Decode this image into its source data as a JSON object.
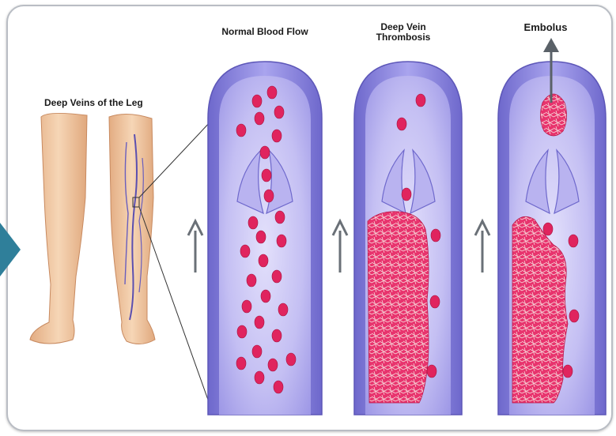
{
  "labels": {
    "legs": "Deep Veins of the Leg",
    "normal": "Normal Blood Flow",
    "dvt_line1": "Deep Vein",
    "dvt_line2": "Thrombosis",
    "embolus": "Embolus"
  },
  "icons": {
    "nav_arrow": "triangle-right-icon",
    "flow_arrow": "arrow-up-icon"
  },
  "colors": {
    "vein_wall": "#8a86d9",
    "vein_inner": "#cbc7f2",
    "vein_glow": "#a7a2ea",
    "blood_cell": "#e0245e",
    "clot": "#e8336d",
    "skin": "#f0c9a4",
    "nav_arrow": "#2f7f9a",
    "frame": "#b9bdc4"
  }
}
